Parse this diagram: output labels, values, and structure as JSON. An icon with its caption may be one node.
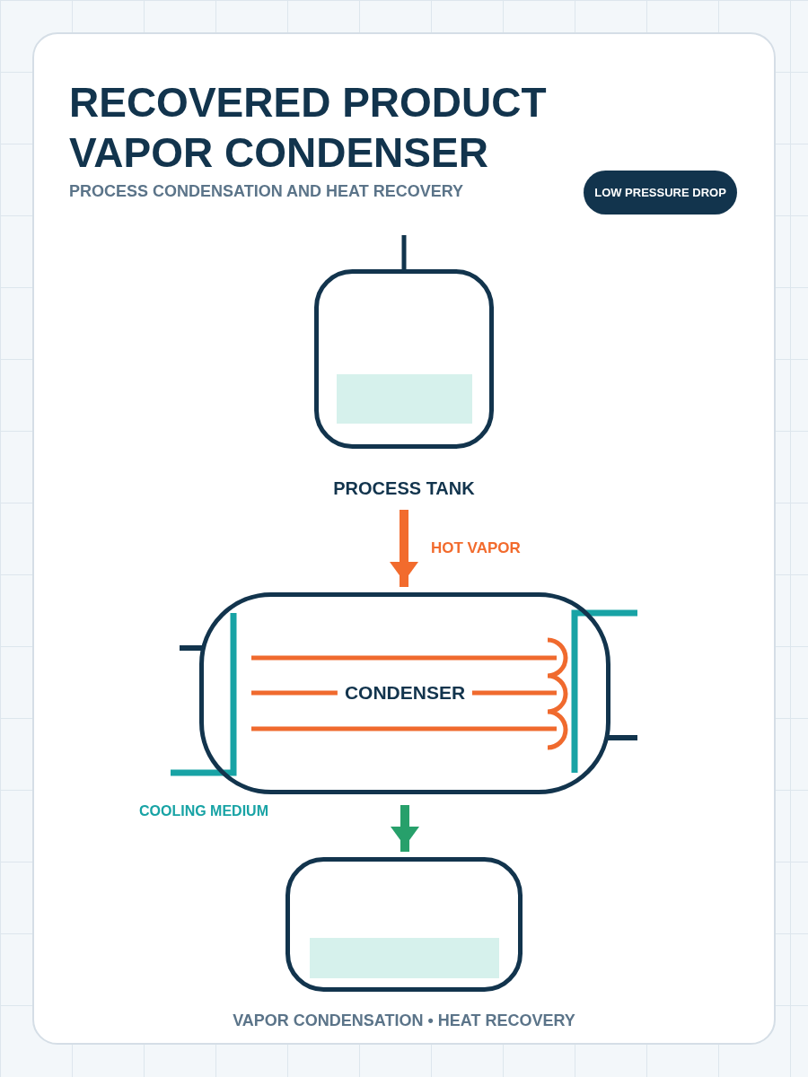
{
  "diagram": {
    "title": "RECOVERED PRODUCT VAPOR CONDENSER",
    "caption": "VAPOR CONDENSATION • HEAT RECOVERY",
    "nodes": [
      {
        "text": [
          "LOW PRESSURE DROP"
        ]
      },
      {
        "text": [
          "PROCESS TANK"
        ]
      },
      {
        "text": [
          "CONDENSER"
        ]
      },
      {
        "text": [],
        "shape": "box"
      }
    ],
    "edges": [
      {
        "from": 1,
        "to": 2,
        "arrow": "to",
        "label": "HOT VAPOR",
        "color": "#f26b2d"
      },
      {
        "from": 2,
        "to": 3,
        "arrow": "to",
        "color": "#27a06b"
      }
    ],
    "labels": [
      "PROCESS CONDENSATION AND HEAT RECOVERY",
      "COOLING MEDIUM"
    ]
  }
}
